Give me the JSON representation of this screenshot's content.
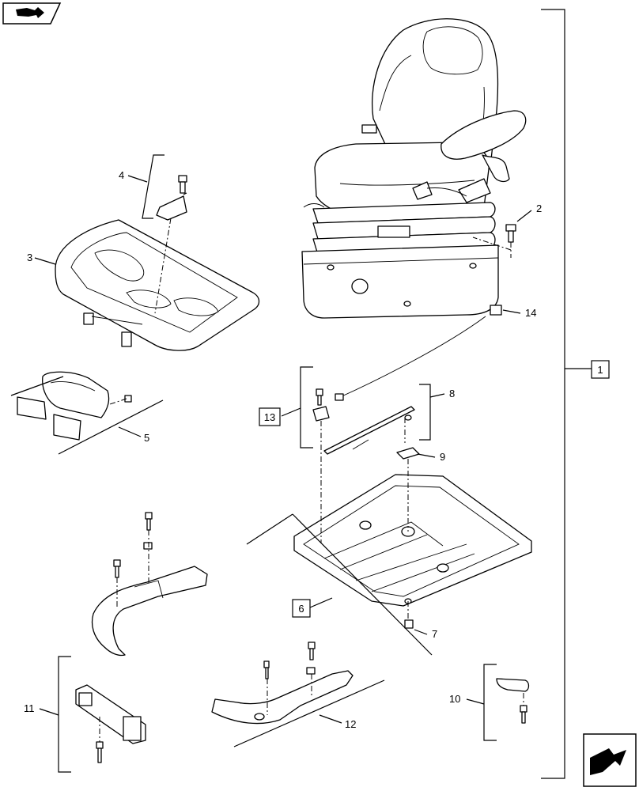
{
  "icons": {
    "top_left": "book-arrow-icon",
    "bottom_right": "next-page-arrow-icon"
  },
  "callouts": {
    "c1": "1",
    "c2": "2",
    "c3": "3",
    "c4": "4",
    "c5": "5",
    "c6": "6",
    "c7": "7",
    "c8": "8",
    "c9": "9",
    "c10": "10",
    "c11": "11",
    "c12": "12",
    "c13": "13",
    "c14": "14"
  }
}
